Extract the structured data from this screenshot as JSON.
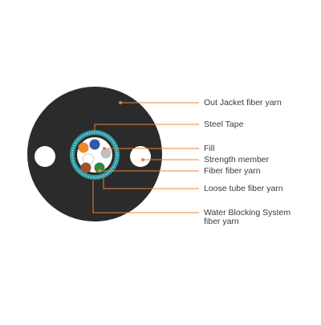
{
  "labels": {
    "out_jacket": "Out Jacket fiber yarn",
    "steel_tape": "Steel Tape",
    "fill": "Fill",
    "strength_member": "Strength member",
    "fiber": "Fiber fiber yarn",
    "loose_tube": "Loose tube fiber yarn",
    "water_blocking_line1": "Water Blocking System",
    "water_blocking_line2": "fiber yarn"
  },
  "colors": {
    "jacket": "#2b2b2b",
    "leader": "#e8843a",
    "steel_tape": "#2f9aa5",
    "dot": "#ffffff",
    "fiber_orange": "#f08a2c",
    "fiber_blue": "#3358a8",
    "fiber_white": "#ffffff",
    "fiber_brown": "#a0522d",
    "fiber_green": "#2e8b3e",
    "fiber_gray": "#bfbfbf"
  }
}
